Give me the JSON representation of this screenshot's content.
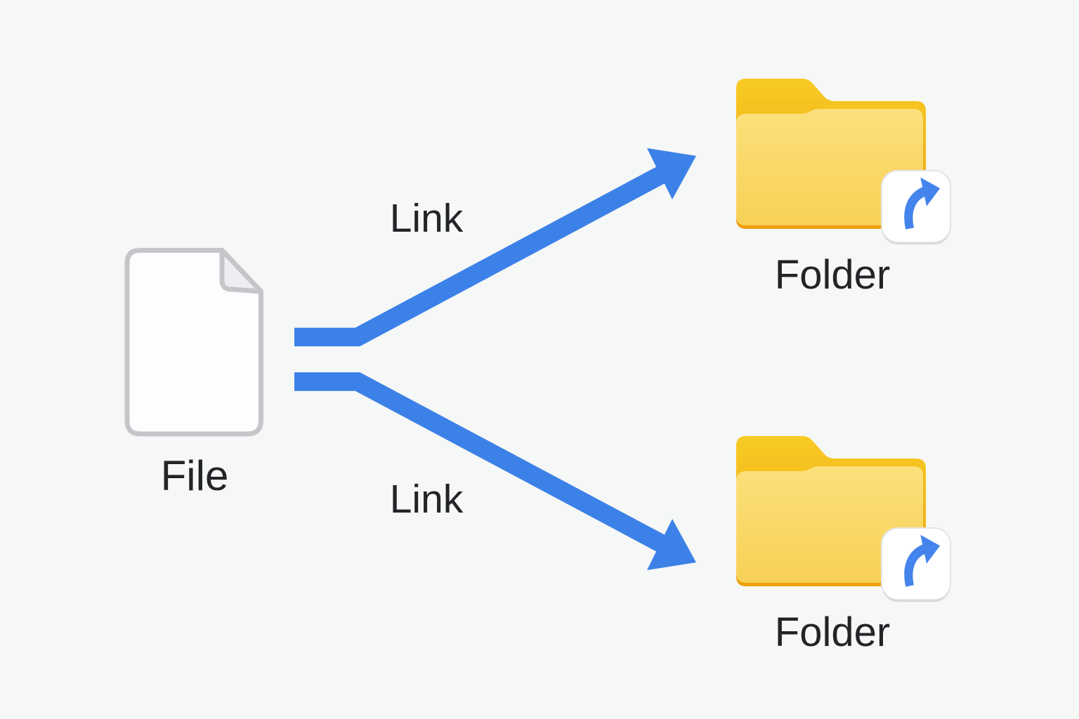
{
  "colors": {
    "background": "#F6F7F7",
    "arrow_blue": "#3B81E8",
    "badge_arrow_blue": "#4484EC",
    "folder_back_top": "#F8CB24",
    "folder_back_bottom": "#EE9F0C",
    "folder_front_top": "#FCE07C",
    "folder_front_bottom": "#F8D156",
    "file_fill": "#FDFDFD",
    "file_fold_fill": "#ECEEF1",
    "file_border": "#C4C6CA",
    "badge_fill": "#FFFFFF",
    "badge_border": "#E3E4E6",
    "label_color": "#222427"
  },
  "nodes": {
    "file": {
      "label": "File",
      "icon": "file-icon"
    },
    "folder_top": {
      "label": "Folder",
      "icon": "folder-icon",
      "badge_icon": "shortcut-arrow-icon"
    },
    "folder_bottom": {
      "label": "Folder",
      "icon": "folder-icon",
      "badge_icon": "shortcut-arrow-icon"
    }
  },
  "edges": {
    "link_top": {
      "label": "Link",
      "from": "file",
      "to": "folder_top"
    },
    "link_bottom": {
      "label": "Link",
      "from": "file",
      "to": "folder_bottom"
    }
  }
}
